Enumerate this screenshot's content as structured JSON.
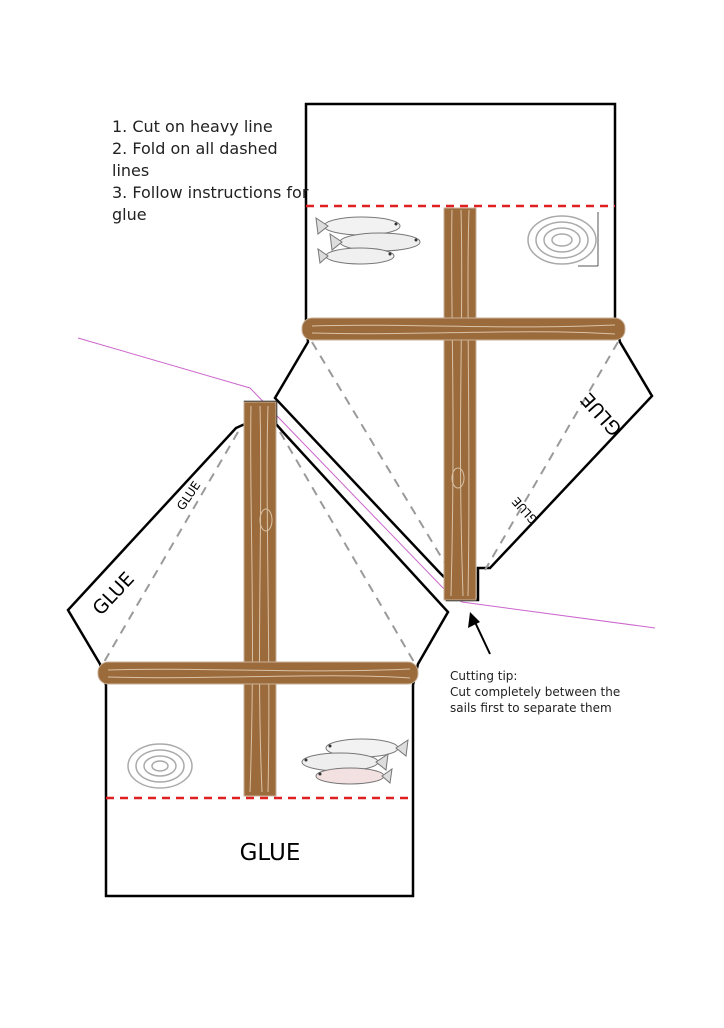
{
  "instructions": [
    "1. Cut on heavy line",
    "2. Fold on all dashed lines",
    "3. Follow instructions for glue"
  ],
  "cutting_tip": {
    "title": "Cutting tip:",
    "body": "Cut completely between the sails first to separate them"
  },
  "glue_labels": {
    "upper_sail_outer": "GLUE",
    "upper_sail_inner": "GLUE",
    "lower_sail_outer": "GLUE",
    "lower_sail_inner": "GLUE",
    "bottom_flap": "GLUE"
  },
  "colors": {
    "cut_line": "#000000",
    "fold_line_gray": "#9a9a9a",
    "fold_line_red": "#e02020",
    "wood": "#9c6b3c",
    "wood_grain": "#d8c3a8",
    "guide_line": "#cc66cc"
  }
}
